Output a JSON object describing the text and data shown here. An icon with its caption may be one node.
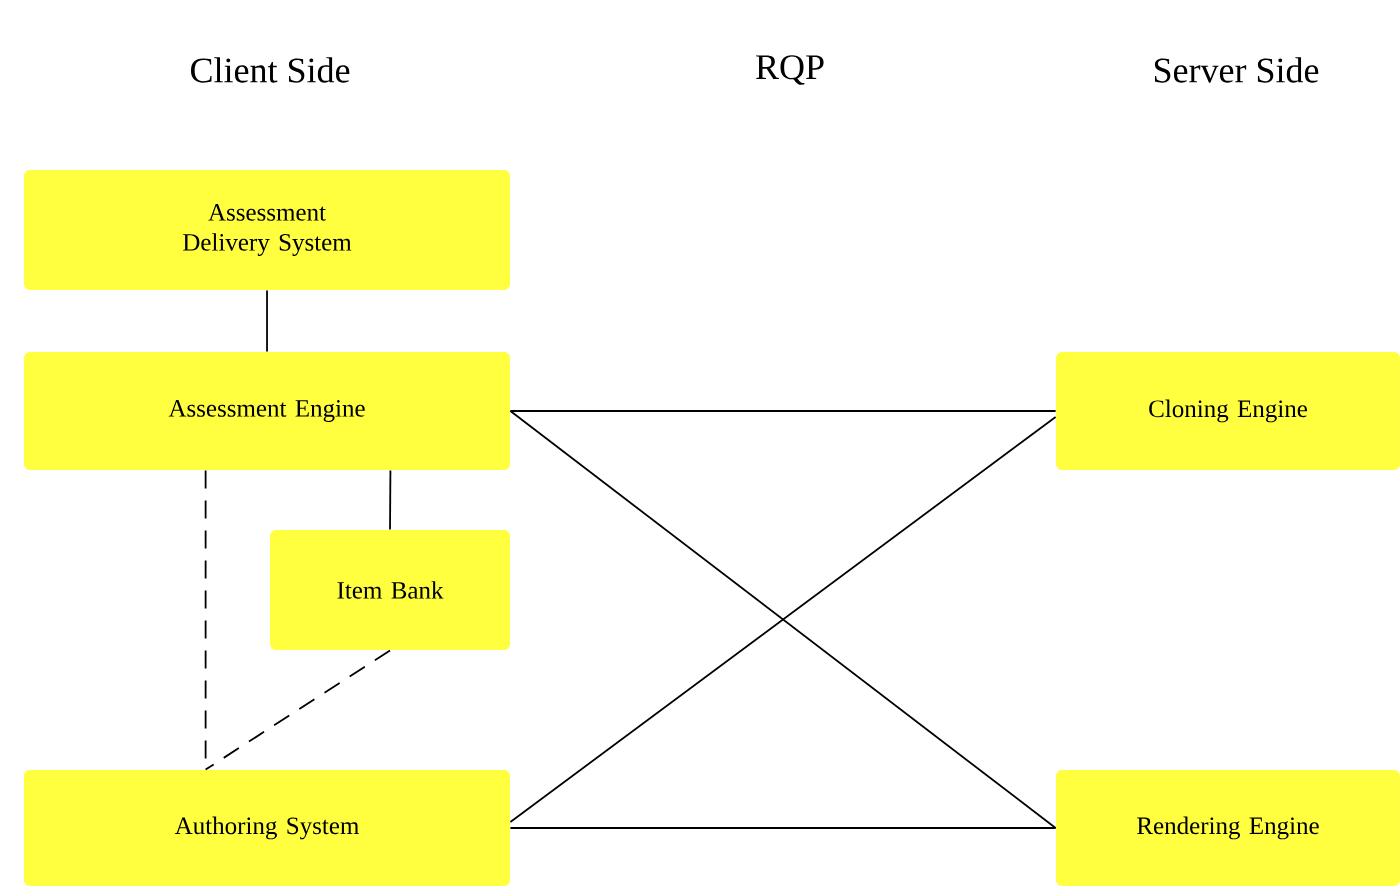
{
  "diagram": {
    "nodes": [
      {
        "text": [
          "Assessment Delivery System"
        ]
      },
      {
        "text": [
          "Assessment Engine"
        ]
      },
      {
        "text": [
          "Item Bank"
        ]
      },
      {
        "text": [
          "Authoring System"
        ]
      },
      {
        "text": [
          "Cloning Engine"
        ]
      },
      {
        "text": [
          "Rendering Engine"
        ]
      }
    ],
    "edges": [
      {
        "from": 0,
        "to": 1,
        "arrow": "none"
      },
      {
        "from": 1,
        "to": 2,
        "arrow": "none"
      },
      {
        "from": 1,
        "to": 3,
        "arrow": "none",
        "style": "dashed"
      },
      {
        "from": 2,
        "to": 3,
        "arrow": "none",
        "style": "dashed"
      },
      {
        "from": 1,
        "to": 4,
        "arrow": "none"
      },
      {
        "from": 1,
        "to": 5,
        "arrow": "none"
      },
      {
        "from": 3,
        "to": 4,
        "arrow": "none"
      },
      {
        "from": 3,
        "to": 5,
        "arrow": "none"
      }
    ],
    "labels": [
      "Client Side",
      "RQP",
      "Server Side"
    ]
  }
}
